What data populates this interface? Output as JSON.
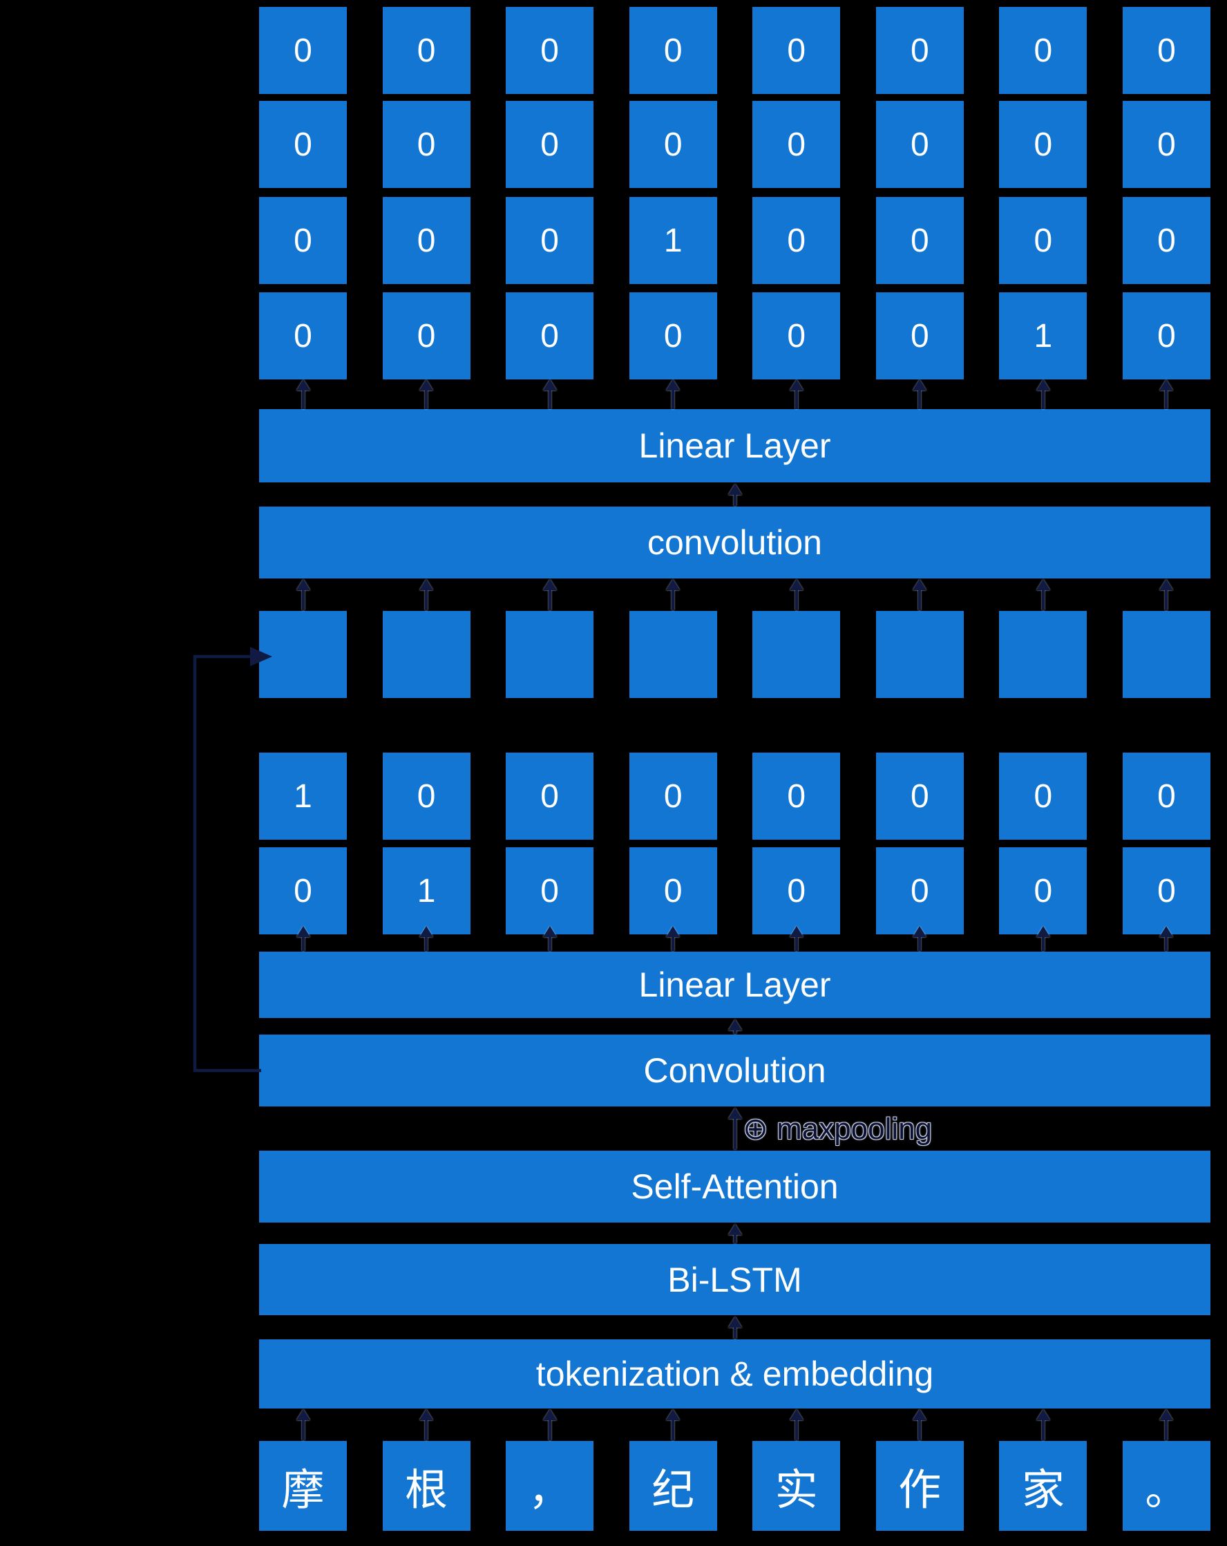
{
  "colors": {
    "background": "#000000",
    "box_blue": "#1276d2",
    "arrow_navy": "#111a42",
    "text_white": "#ffffff",
    "maxpool_text": "#0d1233"
  },
  "output_grid": {
    "rows": [
      [
        "0",
        "0",
        "0",
        "0",
        "0",
        "0",
        "0",
        "0"
      ],
      [
        "0",
        "0",
        "0",
        "0",
        "0",
        "0",
        "0",
        "0"
      ],
      [
        "0",
        "0",
        "0",
        "1",
        "0",
        "0",
        "0",
        "0"
      ],
      [
        "0",
        "0",
        "0",
        "0",
        "0",
        "0",
        "1",
        "0"
      ]
    ]
  },
  "upper_stack": {
    "linear_label": "Linear Layer",
    "conv_label": "convolution"
  },
  "gate_row": {
    "cells": [
      "",
      "",
      "",
      "",
      "",
      "",
      "",
      ""
    ]
  },
  "feature_grid": {
    "rows": [
      [
        "1",
        "0",
        "0",
        "0",
        "0",
        "0",
        "0",
        "0"
      ],
      [
        "0",
        "1",
        "0",
        "0",
        "0",
        "0",
        "0",
        "0"
      ]
    ]
  },
  "lower_stack": {
    "linear_label": "Linear Layer",
    "conv_label": "Convolution",
    "maxpool_label": "⊕ maxpooling",
    "attention_label": "Self-Attention",
    "bilstm_label": "Bi-LSTM",
    "embed_label": "tokenization & embedding"
  },
  "input_tokens": [
    "摩",
    "根",
    "，",
    "纪",
    "实",
    "作",
    "家",
    "。"
  ]
}
